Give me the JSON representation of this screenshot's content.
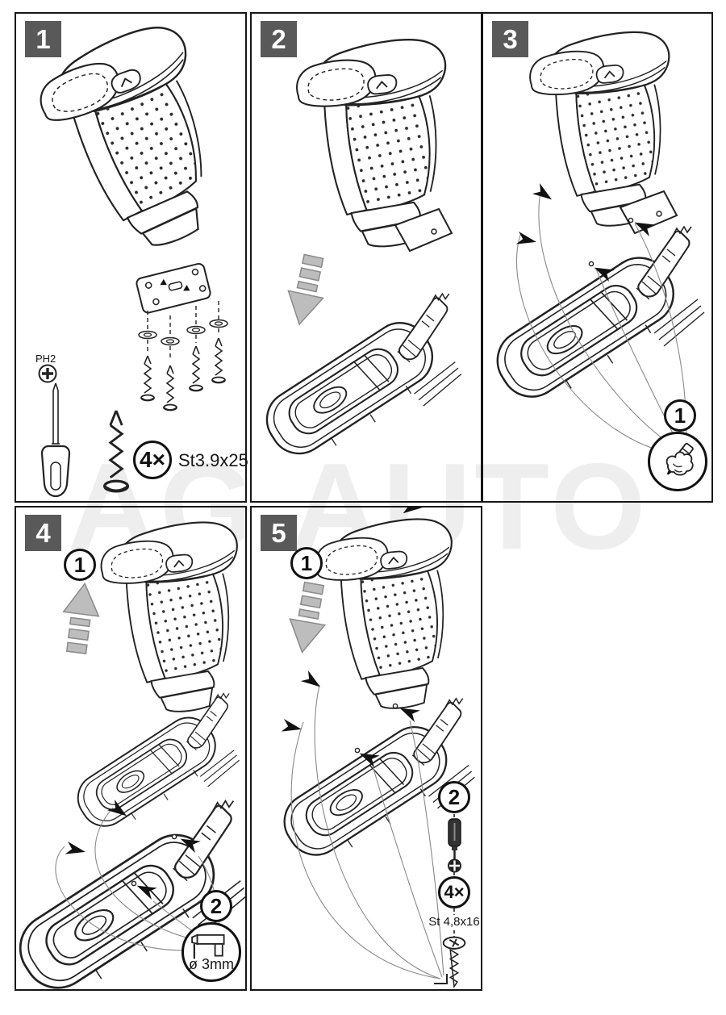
{
  "watermark": {
    "text": "AG AUTO"
  },
  "colors": {
    "badge_bg": "#595959",
    "badge_text": "#ffffff",
    "panel_border": "#161616",
    "line_art": "#222222",
    "gray_arrow": "#bdbdbd",
    "leader_line": "#8a8a8a",
    "watermark": "#eeeeee"
  },
  "panels": {
    "p1": {
      "step": "1",
      "bit_label": "PH2",
      "qty": "4×",
      "spec": "St3.9x25"
    },
    "p2": {
      "step": "2"
    },
    "p3": {
      "step": "3",
      "callout1": "1"
    },
    "p4": {
      "step": "4",
      "callout1": "1",
      "callout2": "2",
      "drill_spec": "ø 3mm"
    },
    "p5": {
      "step": "5",
      "callout1": "1",
      "callout2": "2",
      "qty": "4×",
      "spec": "St 4,8x16"
    }
  }
}
